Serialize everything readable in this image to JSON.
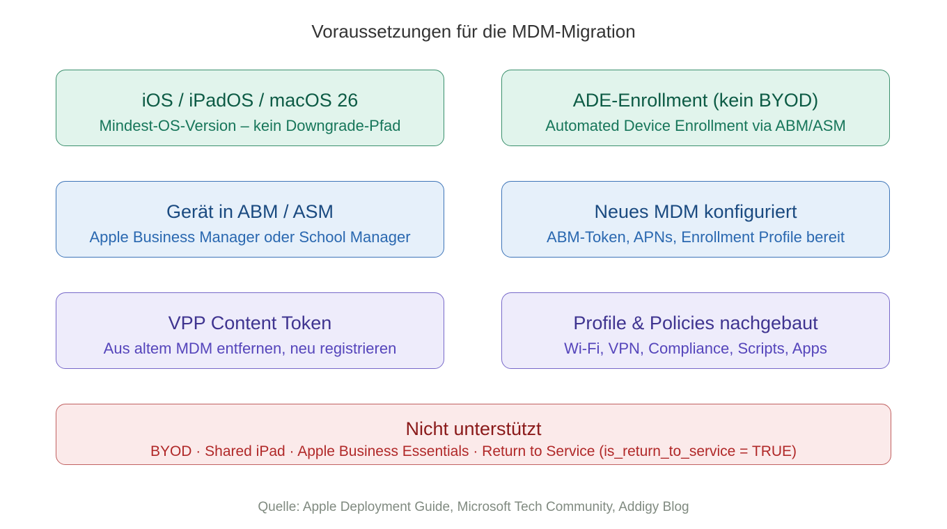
{
  "title": "Voraussetzungen für die MDM-Migration",
  "cards": [
    {
      "title": "iOS / iPadOS / macOS 26",
      "subtitle": "Mindest-OS-Version – kein Downgrade-Pfad"
    },
    {
      "title": "ADE-Enrollment (kein BYOD)",
      "subtitle": "Automated Device Enrollment via ABM/ASM"
    },
    {
      "title": "Gerät in ABM / ASM",
      "subtitle": "Apple Business Manager oder School Manager"
    },
    {
      "title": "Neues MDM konfiguriert",
      "subtitle": "ABM-Token, APNs, Enrollment Profile bereit"
    },
    {
      "title": "VPP Content Token",
      "subtitle": "Aus altem MDM entfernen, neu registrieren"
    },
    {
      "title": "Profile & Policies nachgebaut",
      "subtitle": "Wi-Fi, VPN, Compliance, Scripts, Apps"
    }
  ],
  "unsupported": {
    "title": "Nicht unterstützt",
    "subtitle": "BYOD · Shared iPad · Apple Business Essentials · Return to Service (is_return_to_service = TRUE)"
  },
  "footer": "Quelle: Apple Deployment Guide, Microsoft Tech Community, Addigy Blog"
}
